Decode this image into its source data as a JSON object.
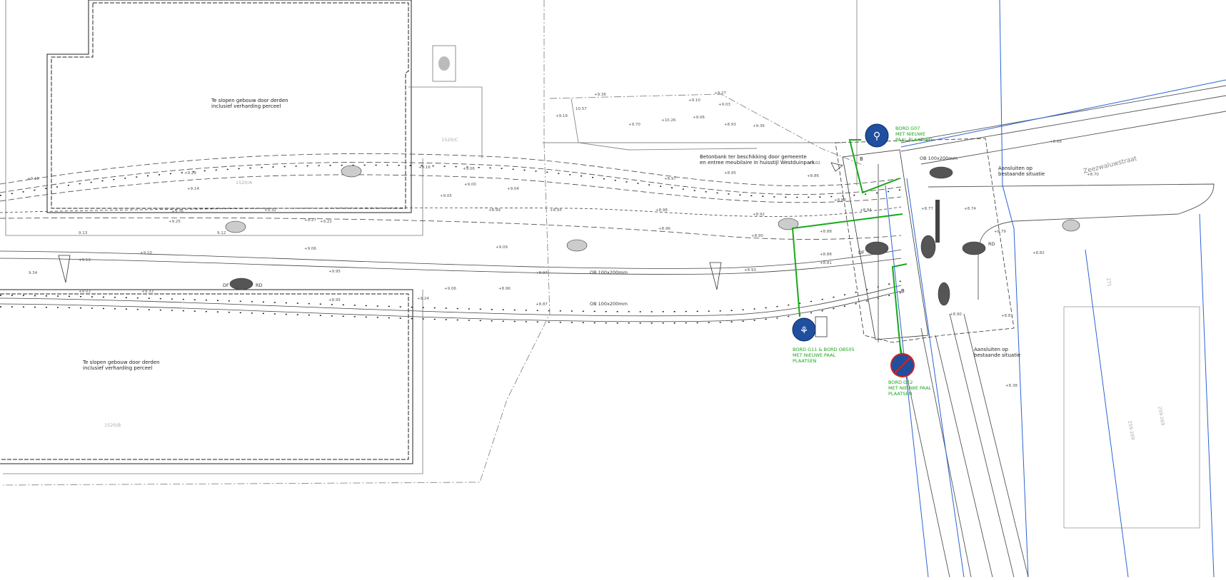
{
  "drawing": {
    "notes": {
      "demolish_top_1": "Te slopen gebouw door derden",
      "demolish_top_2": "inclusief verharding perceel",
      "demolish_bottom_1": "Te slopen gebouw door derden",
      "demolish_bottom_2": "inclusief verharding perceel",
      "bench_1": "Betonbank ter beschikking door gemeente",
      "bench_2": "en entree meubilaire in huisstijl Westduinpark",
      "connect_top_1": "Aansluiten op",
      "connect_top_2": "bestaande situatie",
      "connect_bottom_1": "Aansluiten op",
      "connect_bottom_2": "bestaande situatie"
    },
    "street_name": "Zeezwaluwstraat",
    "parcels": {
      "p1": "1520/C",
      "p2": "1520/A",
      "p3": "1520/B",
      "p4": "271",
      "p5": "259-269",
      "p6": "259-269"
    },
    "signs": {
      "g07_1": "BORD G07",
      "g07_2": "MET NIEUWE",
      "g07_3": "PAAL PLAATSEN",
      "g11_1": "BORD G11 & BORD OB505",
      "g11_2": "MET NIEUWE PAAL",
      "g11_3": "PLAATSEN",
      "g12_1": "BORD G12",
      "g12_2": "MET NIEUWE PAAL",
      "g12_3": "PLAATSEN"
    },
    "dims": {
      "ob1": "OB 100x200mm",
      "ob2": "OB 100x200mm",
      "ob3": "OB 100x200mm"
    },
    "markers": {
      "df1": "DF",
      "rd1": "RD",
      "df2": "DF",
      "rd2": "RD",
      "b1": "B",
      "b2": "B"
    },
    "spot_heights": [
      {
        "v": "+9.18"
      },
      {
        "v": "+9.29"
      },
      {
        "v": "+9.14"
      },
      {
        "v": "+9.26"
      },
      {
        "v": "+9.32"
      },
      {
        "v": "+9.25"
      },
      {
        "v": "+9.27"
      },
      {
        "v": "+9.22"
      },
      {
        "v": "9.13"
      },
      {
        "v": "9.12"
      },
      {
        "v": "+9.10"
      },
      {
        "v": "+9.06"
      },
      {
        "v": "+9.09"
      },
      {
        "v": "+9.13"
      },
      {
        "v": "9.34"
      },
      {
        "v": "+9.03"
      },
      {
        "v": "+9.33"
      },
      {
        "v": "+8.95"
      },
      {
        "v": "+9.24"
      },
      {
        "v": "+9.06"
      },
      {
        "v": "+8.96"
      },
      {
        "v": "+8.97"
      },
      {
        "v": "+9.95"
      },
      {
        "v": "+9.16"
      },
      {
        "v": "+9.06"
      },
      {
        "v": "+9.00"
      },
      {
        "v": "+9.05"
      },
      {
        "v": "+9.04"
      },
      {
        "v": "+8.99"
      },
      {
        "v": "+8.95"
      },
      {
        "v": "+8.98"
      },
      {
        "v": "+8.92"
      },
      {
        "v": "+8.97"
      },
      {
        "v": "+9.02"
      },
      {
        "v": "+8.96"
      },
      {
        "v": "+8.90"
      },
      {
        "v": "+8.88"
      },
      {
        "v": "+8.93"
      },
      {
        "v": "+8.86"
      },
      {
        "v": "+8.95"
      },
      {
        "v": "+8.87"
      },
      {
        "v": "+9.19"
      },
      {
        "v": "10.57"
      },
      {
        "v": "+9.36"
      },
      {
        "v": "+9.70"
      },
      {
        "v": "+10.26"
      },
      {
        "v": "+9.10"
      },
      {
        "v": "+9.06"
      },
      {
        "v": "+8.93"
      },
      {
        "v": "+9.27"
      },
      {
        "v": "+9.03"
      },
      {
        "v": "+9.36"
      },
      {
        "v": "+8.68"
      },
      {
        "v": "+8.70"
      },
      {
        "v": "+8.79"
      },
      {
        "v": "+8.82"
      },
      {
        "v": "+8.81"
      },
      {
        "v": "+8.38"
      },
      {
        "v": "+8.90"
      },
      {
        "v": "+8.74"
      },
      {
        "v": "+8.77"
      },
      {
        "v": "+8.84"
      },
      {
        "v": "+8.83"
      },
      {
        "v": "+8.81"
      },
      {
        "v": "+8.88"
      }
    ]
  }
}
